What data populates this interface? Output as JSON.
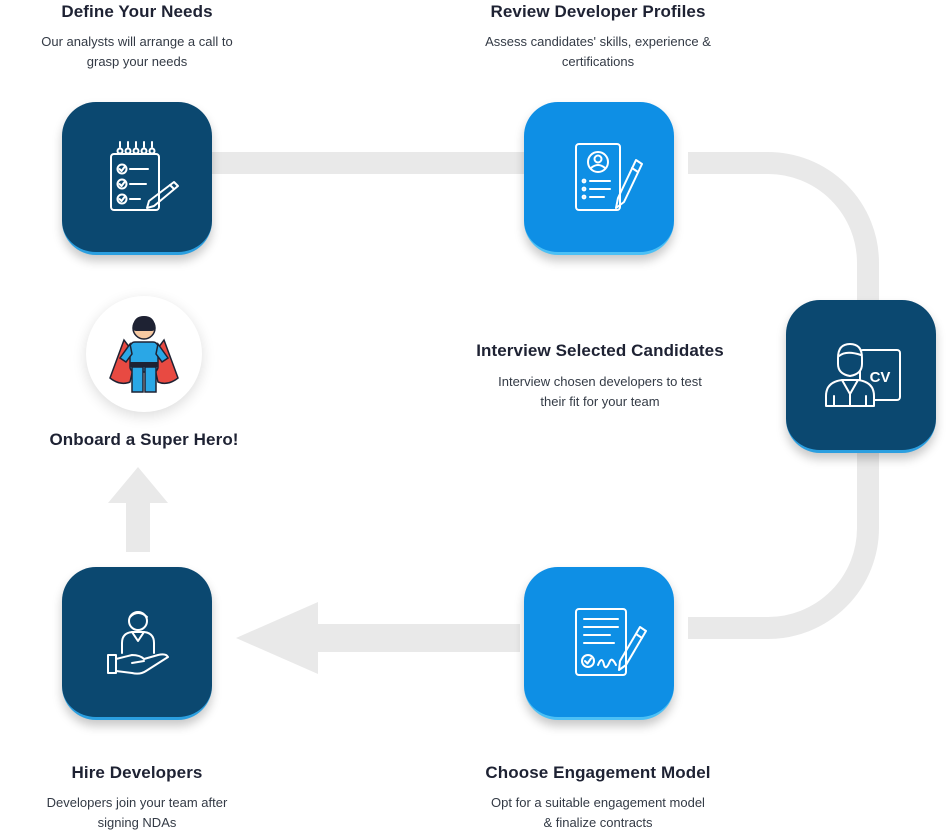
{
  "steps": [
    {
      "id": "define",
      "title": "Define Your Needs",
      "desc_lines": [
        "Our analysts will arrange a call to",
        "grasp your needs"
      ],
      "icon": "checklist-pencil-icon"
    },
    {
      "id": "review",
      "title": "Review Developer Profiles",
      "desc_lines": [
        "Assess candidates' skills, experience &",
        "certifications"
      ],
      "icon": "profile-document-pencil-icon"
    },
    {
      "id": "interview",
      "title": "Interview Selected Candidates",
      "desc_lines": [
        "Interview chosen developers to test",
        "their fit for your team"
      ],
      "icon": "candidate-cv-icon",
      "icon_text": "CV"
    },
    {
      "id": "engage",
      "title": "Choose Engagement Model",
      "desc_lines": [
        "Opt for a suitable engagement model",
        "& finalize contracts"
      ],
      "icon": "contract-signature-icon"
    },
    {
      "id": "hire",
      "title": "Hire Developers",
      "desc_lines": [
        "Developers join your team after",
        "signing NDAs"
      ],
      "icon": "hand-developer-icon"
    }
  ],
  "onboard": {
    "title": "Onboard a Super Hero!",
    "icon": "superhero-icon"
  },
  "colors": {
    "dark_card": "#0b4870",
    "light_card": "#0e8fe5",
    "path": "#e9e9e9",
    "hero_suit": "#2aa7e6",
    "hero_cape": "#e84a42"
  }
}
